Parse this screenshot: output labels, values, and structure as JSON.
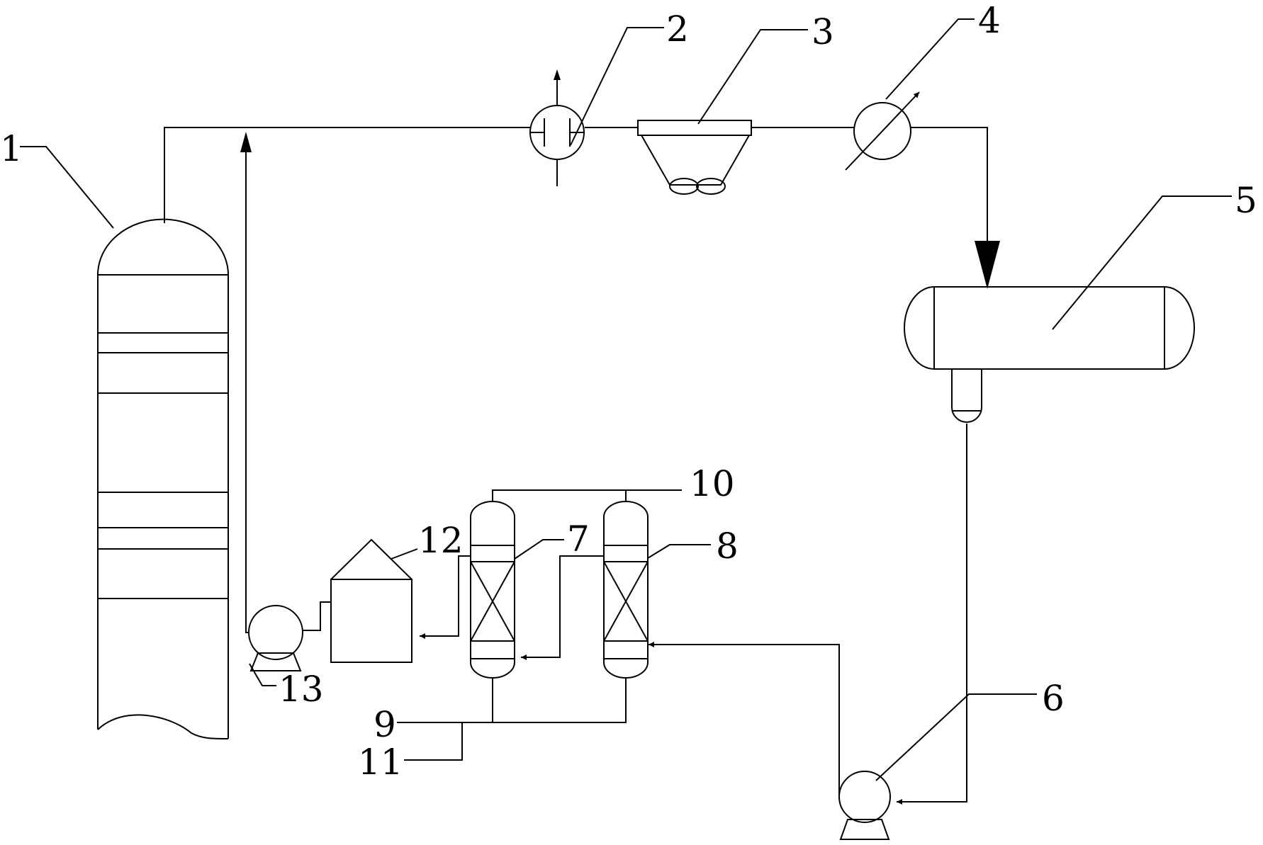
{
  "labels": {
    "column": "1",
    "valve": "2",
    "air_cooler": "3",
    "heat_exchanger": "4",
    "reflux_tank": "5",
    "pump_6": "6",
    "adsorber_7": "7",
    "adsorber_8": "8",
    "line_9": "9",
    "line_10": "10",
    "line_11": "11",
    "storage_tank": "12",
    "pump_13": "13"
  }
}
